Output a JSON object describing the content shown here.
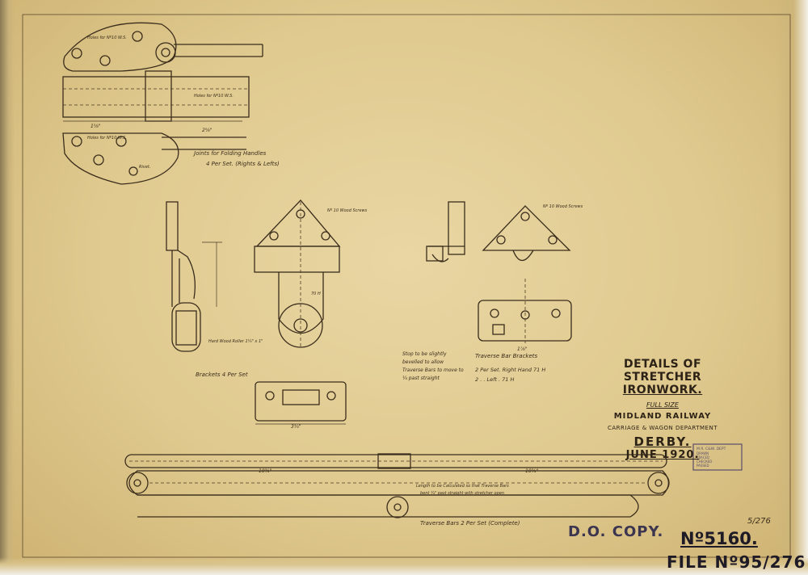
{
  "title_block": {
    "line1": "DETAILS OF STRETCHER",
    "line2": "IRONWORK.",
    "scale": "FULL SIZE",
    "company": "MIDLAND RAILWAY",
    "department": "CARRIAGE & WAGON DEPARTMENT",
    "place": "DERBY.",
    "date": "JUNE 1920."
  },
  "stamps": {
    "copy": "D.O. COPY.",
    "drawing_number": "Nº5160.",
    "file_number": "FILE Nº95/276",
    "ref_note": "5/276"
  },
  "annotations": {
    "joints_title": "Joints for Folding Handles",
    "joints_qty": "4 Per Set. (Rights & Lefts)",
    "holes_a": "Holes for Nº10 W.S.",
    "holes_b": "Holes for Nº10 W.S.",
    "holes_c": "Holes for Nº10 W.S.",
    "rivet_label": "Rivet.",
    "brackets_title": "Brackets 4 Per Set",
    "roller_label": "Hard Wood Roller 1¼\" x 1\"",
    "wood_screws": "Nº 10 Wood Screws",
    "wood_screws_2": "Nº 10 Wood Screws",
    "stop_note_1": "Stop to be slightly",
    "stop_note_2": "bevelled to allow",
    "stop_note_3": "Traverse Bars to move to",
    "stop_note_4": "¼ past straight",
    "traverse_brackets_title": "Traverse Bar Brackets",
    "traverse_brackets_qty_1": "2 Per Set.  Right Hand  71 H",
    "traverse_brackets_qty_2": "2   .   .    Left   .   71 H",
    "traverse_bars_title": "Traverse Bars    2 Per Set (Complete)",
    "traverse_bars_note_1": "Length to be Calculated so that Traverse Bars",
    "traverse_bars_note_2": "bent ¼\" past straight with stretcher open",
    "dim_10_3_8_left": "10⅜\"",
    "dim_10_3_8_right": "10⅜\"",
    "dim_3_3_4": "3¾\"",
    "dim_2_5_8": "2⅝\"",
    "dim_1_5_8": "1⅝\"",
    "dim_1_7_8": "1⅞\"",
    "dim_70h": "70 H"
  },
  "received_stamp": {
    "line1": "M.R. C&W. DEPT",
    "line2": "DRAWN",
    "line3": "TRACED",
    "line4": "CHECKED",
    "line5": "PASSED"
  }
}
